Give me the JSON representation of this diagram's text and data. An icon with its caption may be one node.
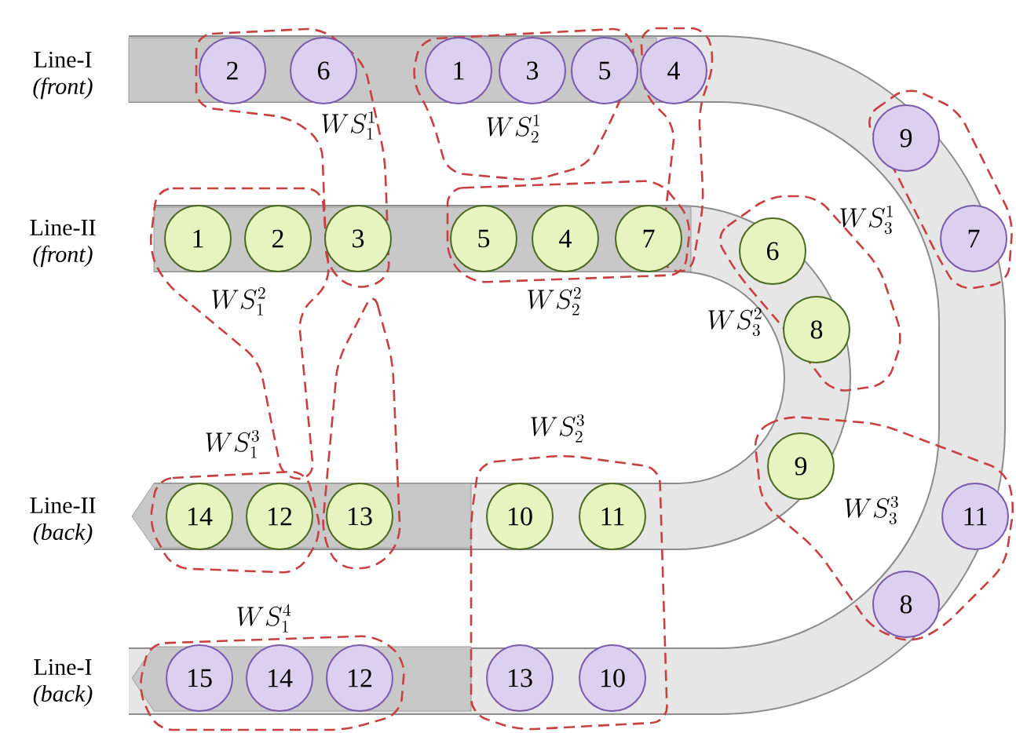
{
  "diagram": {
    "nodes": [
      {
        "text": [
          "2"
        ]
      },
      {
        "text": [
          "6"
        ]
      },
      {
        "text": [
          "1"
        ]
      },
      {
        "text": [
          "3"
        ]
      },
      {
        "text": [
          "5"
        ]
      },
      {
        "text": [
          "4"
        ]
      },
      {
        "text": [
          "9"
        ]
      },
      {
        "text": [
          "1"
        ]
      },
      {
        "text": [
          "2"
        ]
      },
      {
        "text": [
          "3"
        ]
      },
      {
        "text": [
          "5"
        ]
      },
      {
        "text": [
          "4"
        ]
      },
      {
        "text": [
          "7"
        ]
      },
      {
        "text": [
          "7"
        ]
      },
      {
        "text": [
          "6"
        ]
      },
      {
        "text": [
          "8"
        ]
      },
      {
        "text": [
          "9"
        ]
      },
      {
        "text": [
          "14"
        ]
      },
      {
        "text": [
          "12"
        ]
      },
      {
        "text": [
          "13"
        ]
      },
      {
        "text": [
          "10"
        ]
      },
      {
        "text": [
          "11"
        ]
      },
      {
        "text": [
          "11"
        ]
      },
      {
        "text": [
          "8"
        ]
      },
      {
        "text": [
          "15"
        ]
      },
      {
        "text": [
          "14"
        ]
      },
      {
        "text": [
          "12"
        ]
      },
      {
        "text": [
          "13"
        ]
      },
      {
        "text": [
          "10"
        ]
      }
    ],
    "labels": [
      "Line-I *(front)*",
      "WS_1^1",
      "WS_2^1",
      "WS_3^1",
      "Line-II *(front)*",
      "WS_1^2",
      "WS_2^2",
      "WS_3^2",
      "WS_1^3",
      "WS_2^3",
      "WS_3^3",
      "Line-II *(back)*",
      "WS_1^4",
      "Line-I *(back)*"
    ]
  }
}
